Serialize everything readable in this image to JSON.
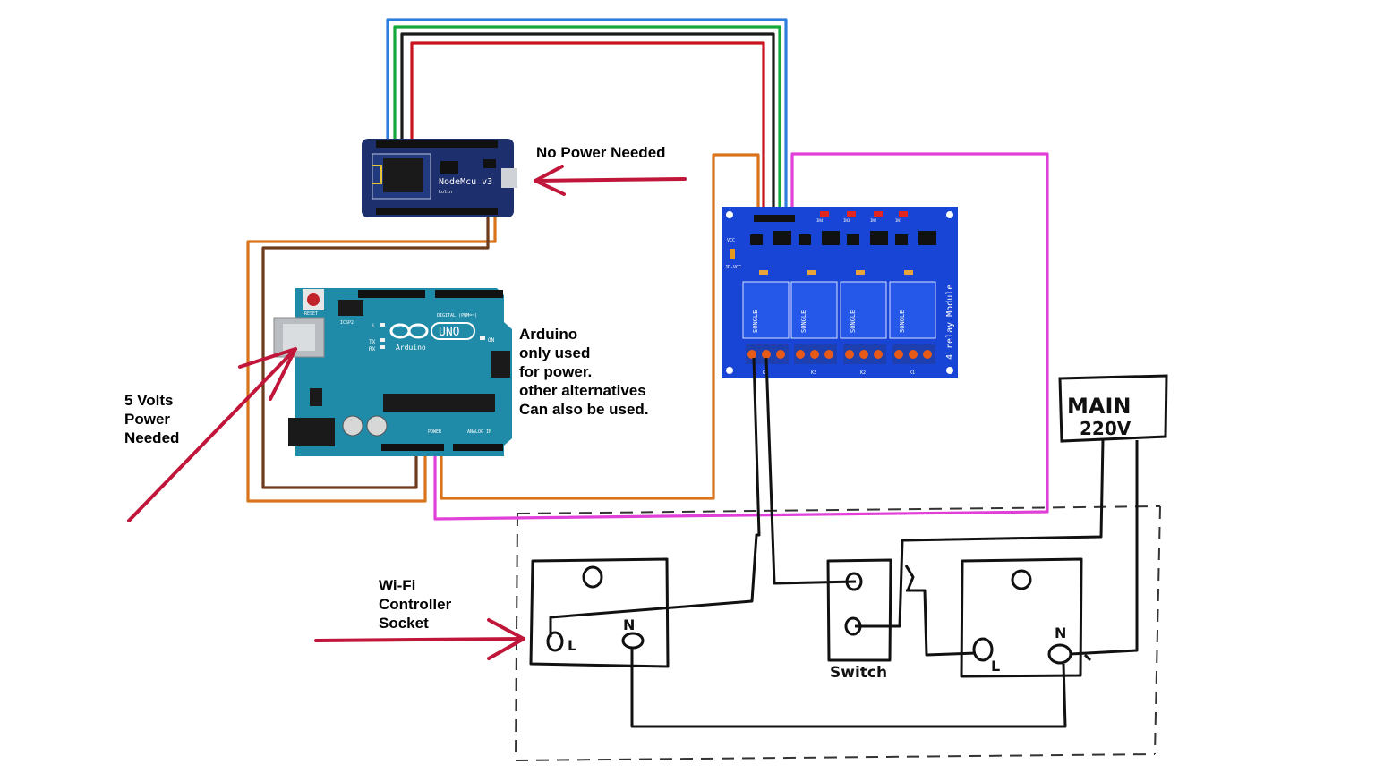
{
  "labels": {
    "no_power": "No Power Needed",
    "five_volts": [
      "5 Volts",
      "Power",
      "Needed"
    ],
    "arduino_note": [
      "Arduino",
      "only used",
      "for power.",
      "other alternatives",
      "Can also be used."
    ],
    "wifi_socket": [
      "Wi-Fi",
      "Controller",
      "Socket"
    ],
    "switch": "Switch",
    "main": [
      "MAIN",
      "220V"
    ],
    "socket_left_L": "L",
    "socket_left_N": "N",
    "socket_right_L": "L",
    "socket_right_N": "N"
  },
  "boards": {
    "nodemcu": "NodeMcu v3",
    "nodemcu_sub": "Lolin",
    "arduino_logo": "Arduino",
    "arduino_model": "UNO",
    "arduino_reset": "RESET",
    "arduino_digital": "DIGITAL (PWM=~)",
    "arduino_power": "POWER",
    "arduino_analog": "ANALOG IN",
    "arduino_icsp": "ICSP2",
    "arduino_on": "ON",
    "arduino_tx": "TX",
    "arduino_rx": "RX",
    "arduino_l": "L",
    "relay_title": "4 relay Module",
    "relay_brand": "SONGLE",
    "relay_in": [
      "IN4",
      "IN3",
      "IN2",
      "IN1"
    ],
    "relay_k": [
      "K4",
      "K3",
      "K2",
      "K1"
    ],
    "relay_vcc": "VCC",
    "relay_jd": "JD-VCC"
  },
  "colors": {
    "wire_blue": "#2f7ddc",
    "wire_green": "#16a83a",
    "wire_black": "#1a1a1a",
    "wire_red": "#c8141e",
    "wire_orange": "#d9731c",
    "wire_brown": "#6e3a1c",
    "wire_magenta": "#e040d8",
    "arrow_red": "#c0163a",
    "arduino_teal": "#1f8ba8",
    "nodemcu_navy": "#1e2f6e",
    "relay_blue": "#1845d6"
  }
}
